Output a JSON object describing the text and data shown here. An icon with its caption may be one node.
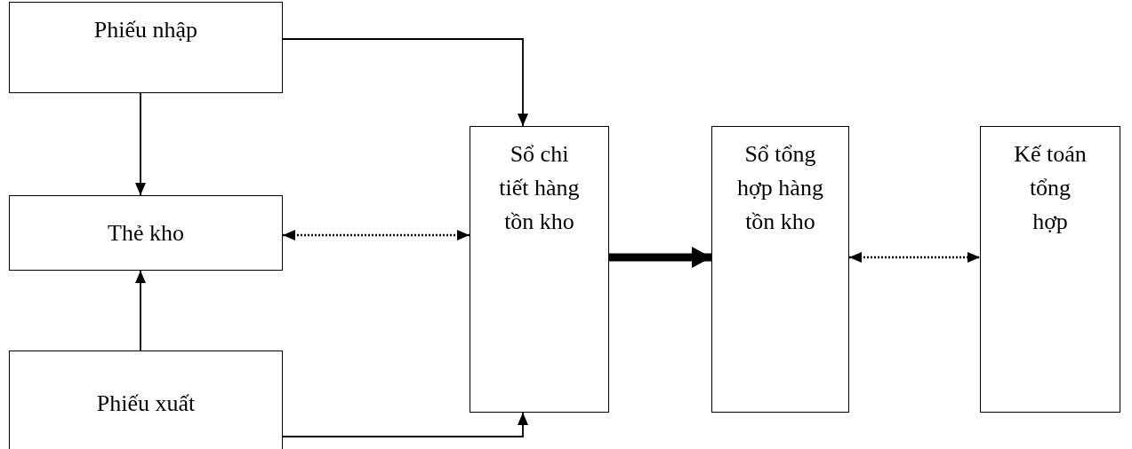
{
  "diagram": {
    "nodes": [
      {
        "text": [
          "Phiếu nhập"
        ]
      },
      {
        "text": [
          "Thẻ kho"
        ]
      },
      {
        "text": [
          "Phiếu xuất"
        ]
      },
      {
        "text": [
          "Sổ chi tiết hàng tồn kho"
        ]
      },
      {
        "text": [
          "Sổ tổng hợp hàng tồn kho"
        ]
      },
      {
        "text": [
          "Kế toán tổng hợp"
        ]
      }
    ],
    "edges": [
      {
        "from": 0,
        "to": 3,
        "arrow": "to"
      },
      {
        "from": 0,
        "to": 1,
        "arrow": "to"
      },
      {
        "from": 2,
        "to": 1,
        "arrow": "to"
      },
      {
        "from": 2,
        "to": 3,
        "arrow": "to"
      },
      {
        "from": 1,
        "to": 3,
        "arrow": "both",
        "style": "dashed"
      },
      {
        "from": 3,
        "to": 4,
        "arrow": "to",
        "style": "thick"
      },
      {
        "from": 4,
        "to": 5,
        "arrow": "both",
        "style": "dashed"
      }
    ]
  }
}
